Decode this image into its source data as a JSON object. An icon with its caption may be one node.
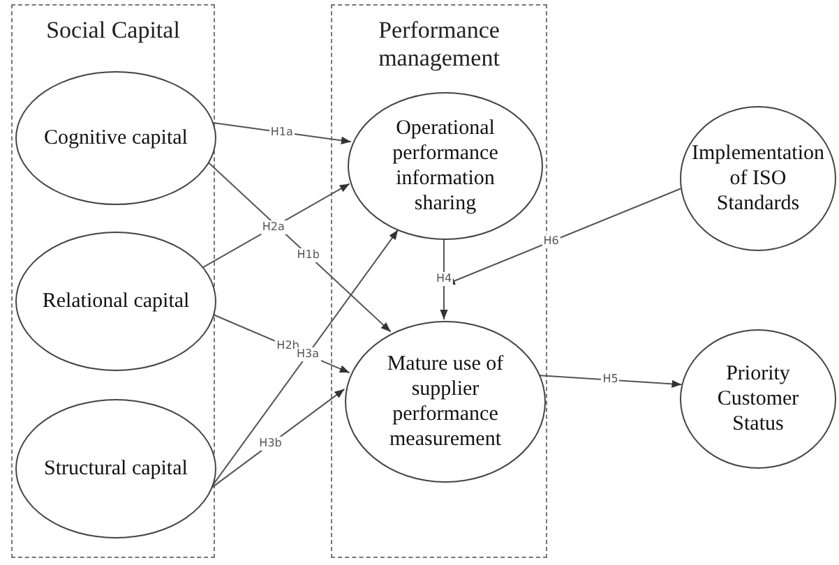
{
  "diagram": {
    "nodes": [
      {
        "text": [
          "Social Capital"
        ]
      },
      {
        "text": [
          "Performance management"
        ]
      },
      {
        "text": [
          "Cognitive capital"
        ],
        "in": 0
      },
      {
        "text": [
          "Relational capital"
        ],
        "in": 0
      },
      {
        "text": [
          "Structural capital"
        ],
        "in": 0
      },
      {
        "text": [
          "Operational performance information sharing"
        ],
        "in": 1
      },
      {
        "text": [
          "Mature use of supplier performance measurement"
        ],
        "in": 1
      },
      {
        "text": [
          "Implementation of ISO Standards"
        ]
      },
      {
        "text": [
          "Priority Customer Status"
        ]
      }
    ],
    "edges": [
      {
        "from": 2,
        "to": 5,
        "arrow": "to",
        "label": "H1a"
      },
      {
        "from": 2,
        "to": 6,
        "arrow": "to",
        "label": "H1b"
      },
      {
        "from": 3,
        "to": 5,
        "arrow": "to",
        "label": "H2a"
      },
      {
        "from": 3,
        "to": 6,
        "arrow": "to",
        "label": "H2b"
      },
      {
        "from": 4,
        "to": 5,
        "arrow": "to",
        "label": "H3a"
      },
      {
        "from": 4,
        "to": 6,
        "arrow": "to",
        "label": "H3b"
      },
      {
        "from": 5,
        "to": 6,
        "arrow": "to",
        "label": "H4"
      },
      {
        "from": 7,
        "to": null,
        "arrow": "to",
        "label": "H6"
      },
      {
        "from": 6,
        "to": 8,
        "arrow": "to",
        "label": "H5"
      }
    ]
  }
}
